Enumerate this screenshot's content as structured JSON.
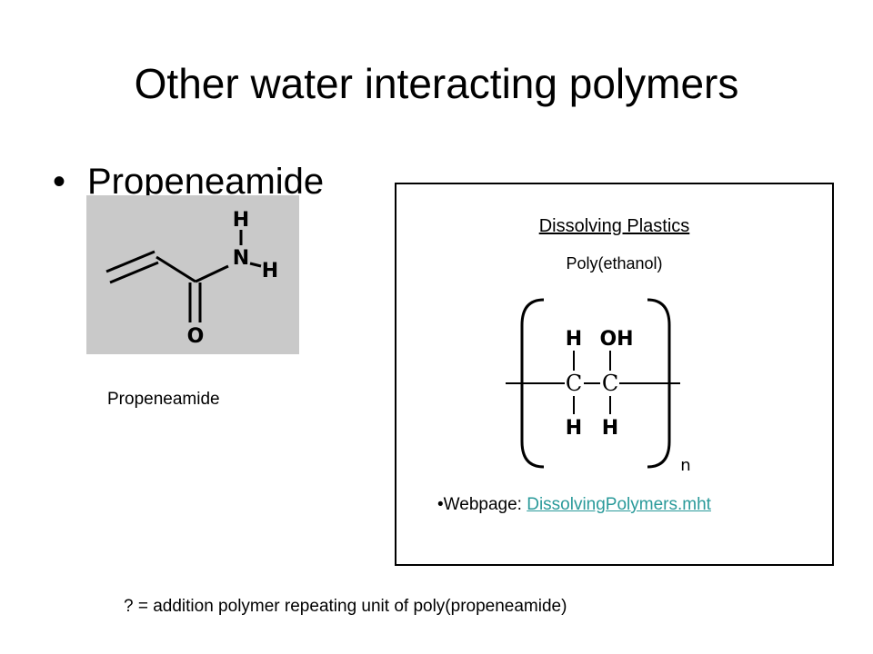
{
  "slide": {
    "title": "Other water interacting polymers",
    "bullet": {
      "marker": "•",
      "text": "Propeneamide"
    },
    "molecule": {
      "caption": "Propeneamide",
      "atom_labels": {
        "h_top": "H",
        "n": "N",
        "h_right": "H",
        "o": "O"
      }
    },
    "panel": {
      "heading": "Dissolving Plastics",
      "subheading": "Poly(ethanol)",
      "structure_labels": {
        "h_top_left": "H",
        "oh_top_right": "OH",
        "c_left": "C",
        "c_right": "C",
        "h_bottom_left": "H",
        "h_bottom_right": "H",
        "subscript": "n"
      },
      "webpage": {
        "marker": "•",
        "label": "Webpage: ",
        "link_text": "DissolvingPolymers.mht"
      }
    },
    "footer_note": "? = addition polymer repeating unit of poly(propeneamide)"
  },
  "colors": {
    "background": "#ffffff",
    "text": "#000000",
    "image_background": "#c9c9c9",
    "link": "#2a9a9a"
  }
}
